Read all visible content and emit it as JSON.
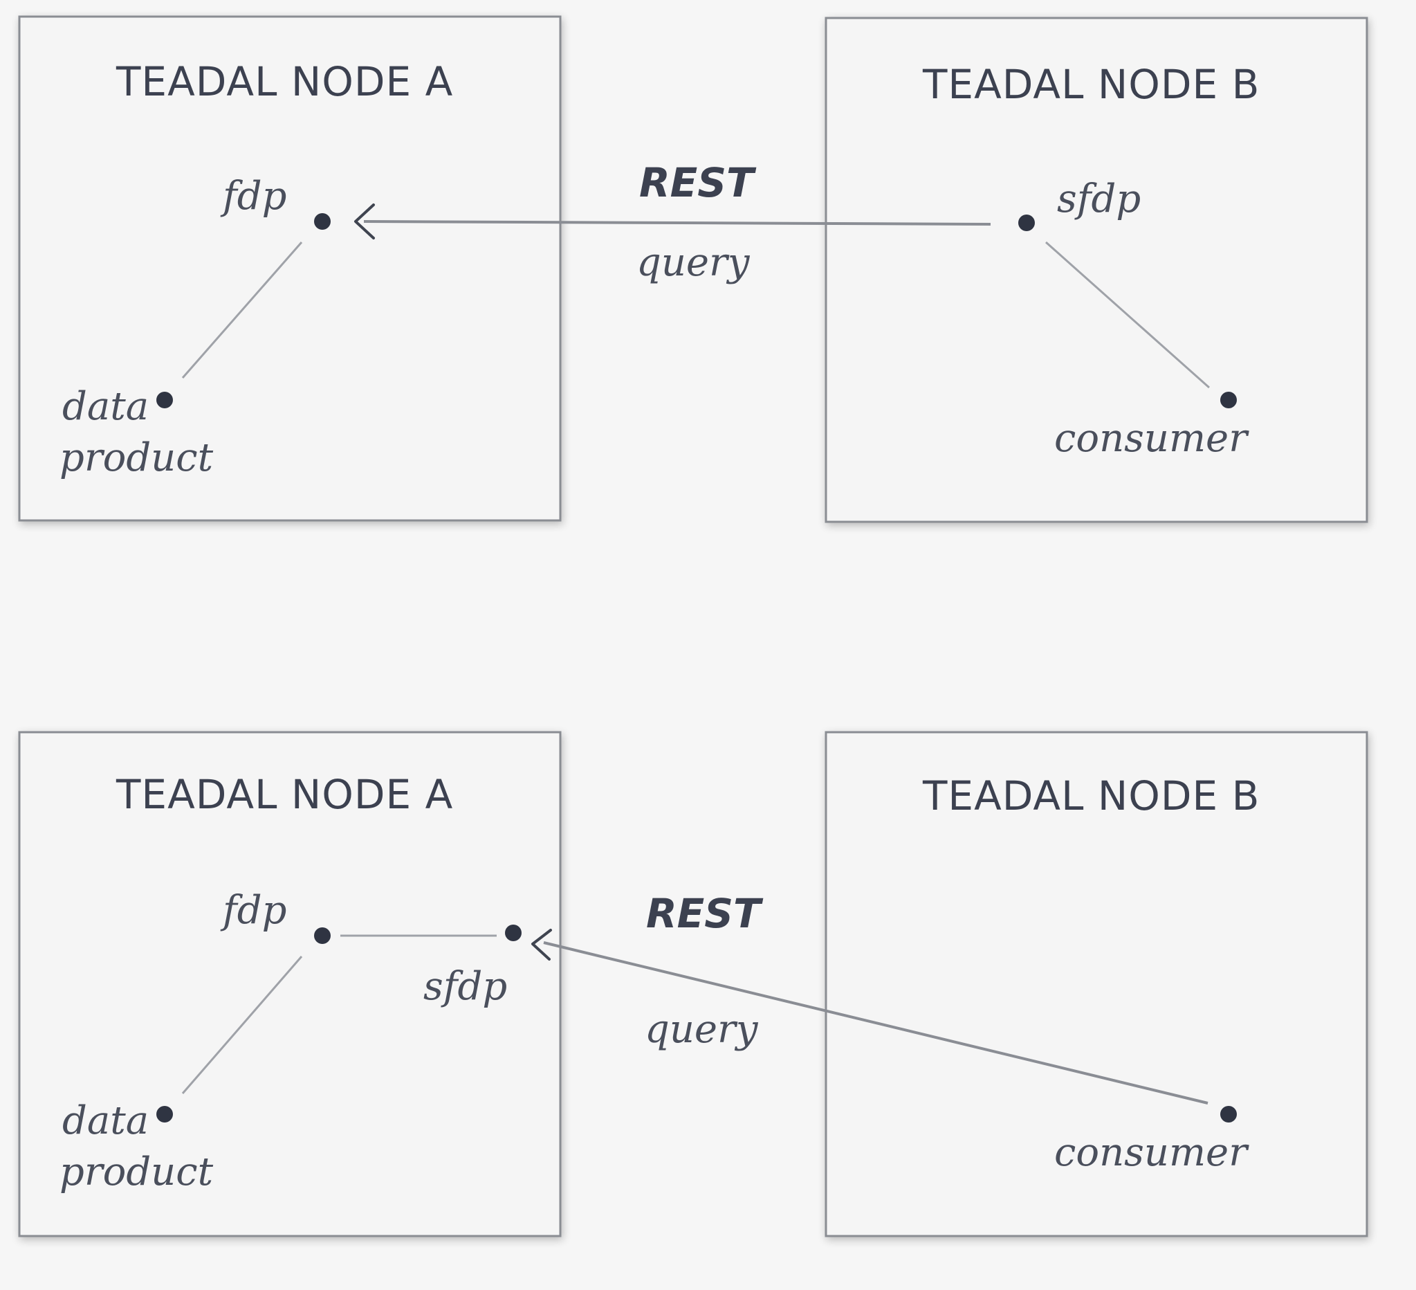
{
  "panels": [
    {
      "node_a": {
        "title": "TEADAL NODE A",
        "fdp_label": "fdp",
        "data_product_line1": "data",
        "data_product_line2": "product"
      },
      "node_b": {
        "title": "TEADAL NODE B",
        "sfdp_label": "sfdp",
        "consumer_label": "consumer"
      },
      "protocol_label": "REST",
      "request_label": "query"
    },
    {
      "node_a": {
        "title": "TEADAL NODE A",
        "fdp_label": "fdp",
        "sfdp_label": "sfdp",
        "data_product_line1": "data",
        "data_product_line2": "product"
      },
      "node_b": {
        "title": "TEADAL NODE B",
        "consumer_label": "consumer"
      },
      "protocol_label": "REST",
      "request_label": "query"
    }
  ],
  "colors": {
    "background": "#f6f6f6",
    "ink": "#2f3442",
    "pencil_line": "#9fa2a8"
  }
}
